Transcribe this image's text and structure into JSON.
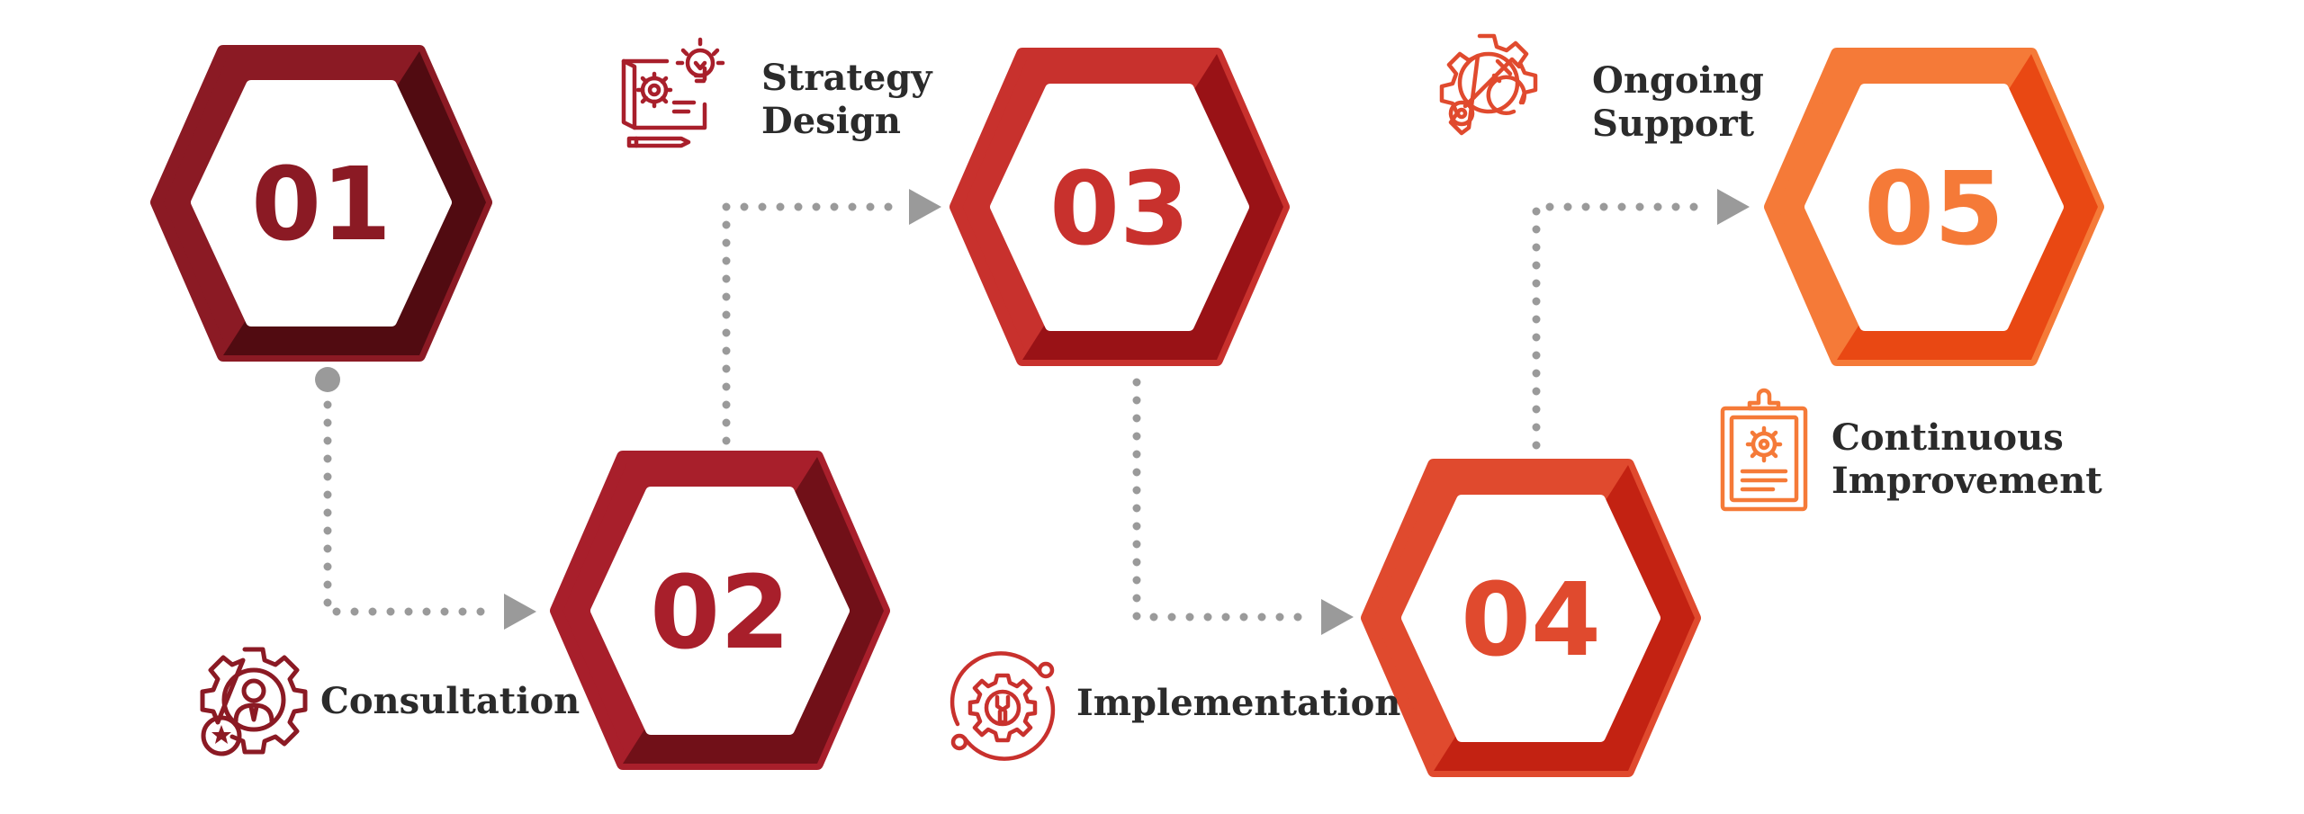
{
  "steps": [
    {
      "number": "01",
      "label_lines": [
        "Consultation"
      ],
      "icon": "consultation-gear-person-icon",
      "color": "#8b1a24",
      "shade": "#4a0a10"
    },
    {
      "number": "02",
      "label_lines": [
        "Strategy",
        "Design"
      ],
      "icon": "strategy-design-blueprint-icon",
      "color": "#a81f2b",
      "shade": "#6a0e16"
    },
    {
      "number": "03",
      "label_lines": [
        "Implementation"
      ],
      "icon": "implementation-gear-wrench-icon",
      "color": "#c8312d",
      "shade": "#940f14"
    },
    {
      "number": "04",
      "label_lines": [
        "Ongoing",
        "Support"
      ],
      "icon": "ongoing-support-gear-key-icon",
      "color": "#e04a2e",
      "shade": "#c01e10"
    },
    {
      "number": "05",
      "label_lines": [
        "Continuous",
        "Improvement"
      ],
      "icon": "continuous-improvement-clipboard-icon",
      "color": "#f57a38",
      "shade": "#e8420f"
    }
  ],
  "connector_color": "#9a9a9a"
}
